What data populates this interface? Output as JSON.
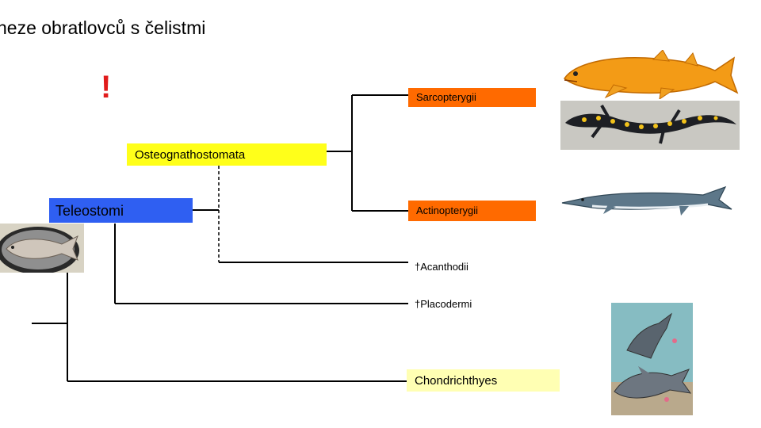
{
  "title": "neze obratlovců s čelistmi",
  "warning_mark": "!",
  "clades": {
    "sarcopterygii": "Sarcopterygii",
    "osteognathostomata": "Osteognathostomata",
    "teleostomi": "Teleostomi",
    "actinopterygii": "Actinopterygii",
    "acanthodii": "†Acanthodii",
    "placodermi": "†Placodermi",
    "chondrichthyes": "Chondrichthyes"
  },
  "colors": {
    "sarcopterygii": "#ff6a00",
    "osteognathostomata": "#ffff1a",
    "teleostomi": "#2f5ff2",
    "actinopterygii": "#ff6a00",
    "chondrichthyes": "#ffffb3",
    "warning": "#e11b1b"
  },
  "images": [
    "coelacanth-image",
    "salamander-image",
    "sturgeon-image",
    "carp-image",
    "shark-image"
  ]
}
